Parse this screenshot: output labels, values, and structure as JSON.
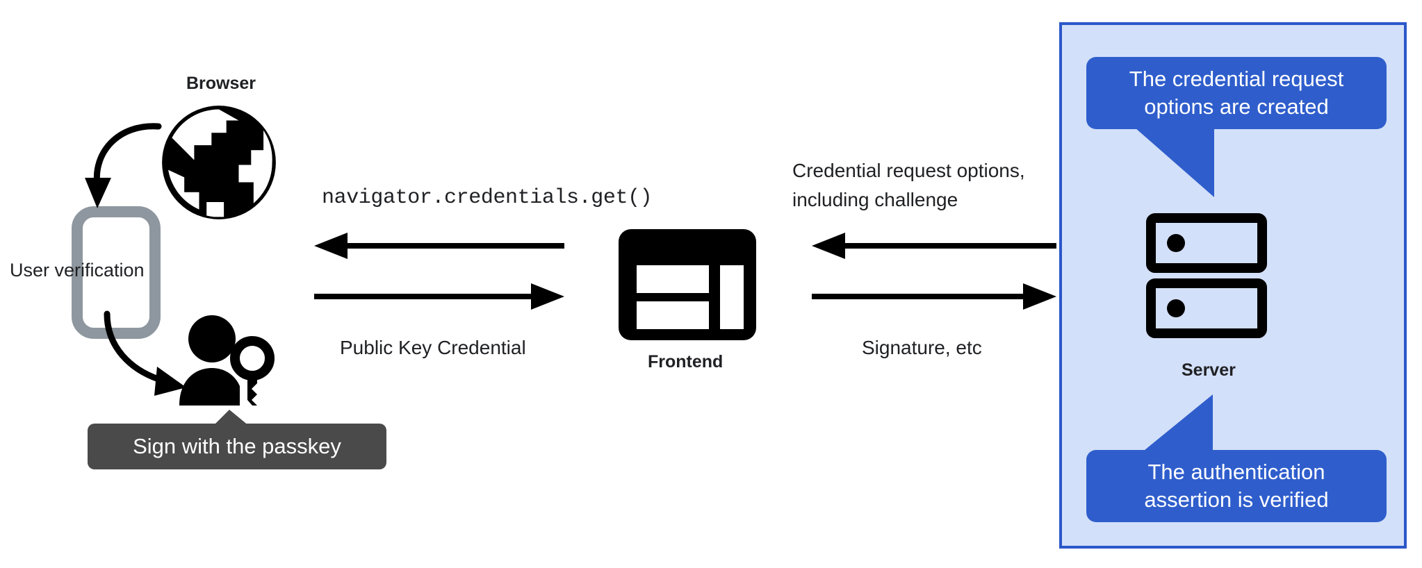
{
  "diagram": {
    "title_visible": false,
    "colors": {
      "panel_fill": "#d3e0f9",
      "panel_border": "#2b57c9",
      "callout_blue": "#2f5ecc",
      "tooltip_gray": "#4a4a4a",
      "icon_black": "#000000",
      "phone_gray": "#8e979f",
      "text": "#202124",
      "page_background": "#ffffff"
    }
  },
  "nodes": {
    "browser": {
      "label": "Browser",
      "icon": "globe-icon"
    },
    "phone": {
      "icon": "mobile-phone-icon"
    },
    "user": {
      "icon": "person-with-key-icon"
    },
    "frontend": {
      "label": "Frontend",
      "icon": "web-layout-icon"
    },
    "server": {
      "label": "Server",
      "icon": "server-racks-icon"
    }
  },
  "annotations": {
    "user_verification": "User verification",
    "sign_with_passkey": "Sign with the passkey",
    "credential_request_options_created": "The credential request\noptions are created",
    "authentication_assertion_verified": "The authentication\nassertion is verified"
  },
  "flows": [
    {
      "id": "navigator-get",
      "label": "navigator.credentials.get()",
      "style": "monospace",
      "direction": "right-to-left",
      "from": "frontend",
      "to": "browser"
    },
    {
      "id": "public-key-credential",
      "label": "Public Key Credential",
      "style": "sans",
      "direction": "left-to-right",
      "from": "browser",
      "to": "frontend"
    },
    {
      "id": "credential-request-options",
      "label": "Credential request options,\nincluding challenge",
      "style": "sans",
      "direction": "right-to-left",
      "from": "server",
      "to": "frontend"
    },
    {
      "id": "signature-etc",
      "label": "Signature, etc",
      "style": "sans",
      "direction": "left-to-right",
      "from": "frontend",
      "to": "server"
    }
  ],
  "flow_labels": {
    "navigator_get": "navigator.credentials.get()",
    "public_key_credential": "Public Key Credential",
    "credential_request_options_line1": "Credential request options,",
    "credential_request_options_line2": "including challenge",
    "signature_etc": "Signature, etc"
  },
  "callout_lines": {
    "top_line1": "The credential request",
    "top_line2": "options are created",
    "bottom_line1": "The authentication",
    "bottom_line2": "assertion is verified"
  }
}
